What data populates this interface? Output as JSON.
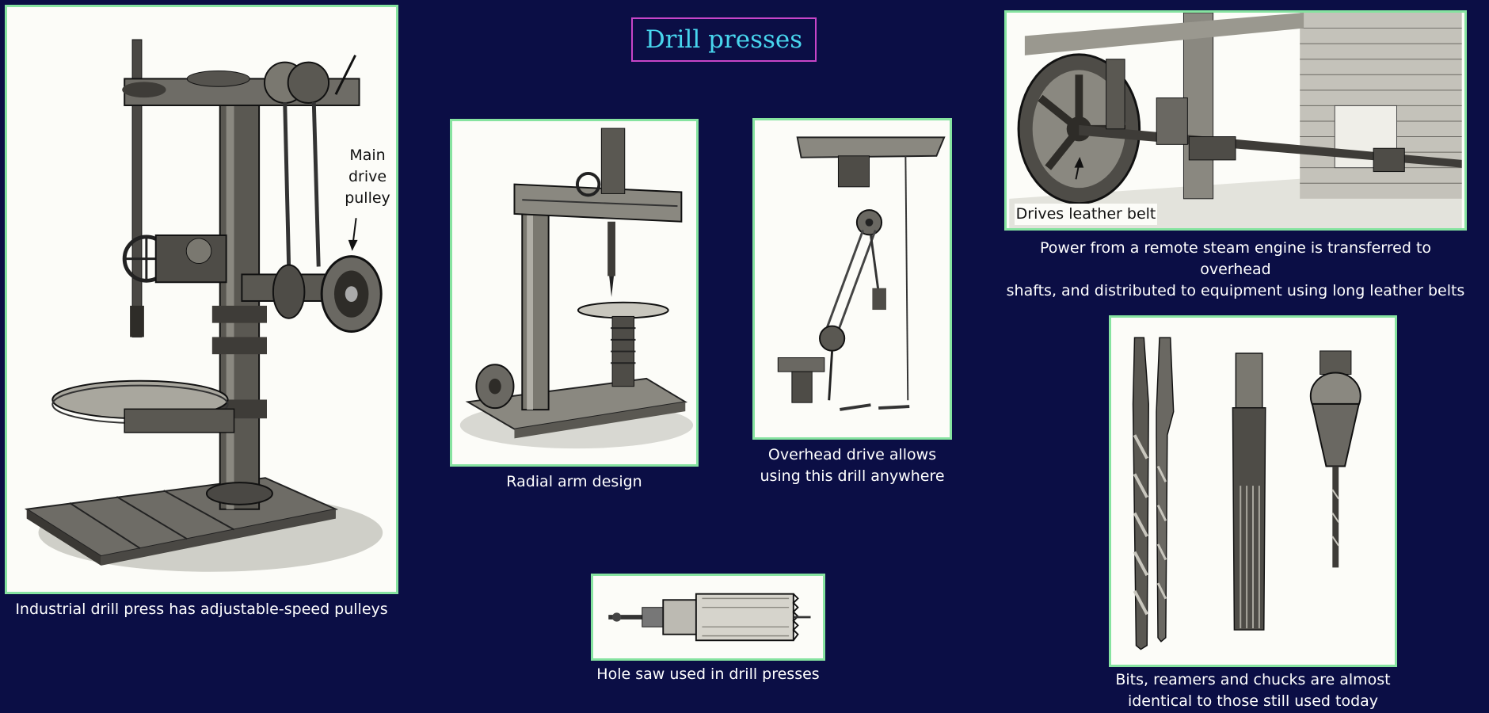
{
  "title": "Drill presses",
  "panels": {
    "industrial": {
      "caption": "Industrial drill press has adjustable-speed pulleys",
      "annotation_lines": [
        "Main",
        "drive",
        "pulley"
      ]
    },
    "radial": {
      "caption": "Radial arm design"
    },
    "overhead": {
      "caption_lines": [
        "Overhead drive allows",
        "using this drill anywhere"
      ]
    },
    "holesaw": {
      "caption": "Hole saw used in drill presses"
    },
    "lineshaft": {
      "annotation": "Drives leather belt",
      "caption_lines": [
        "Power from a remote steam engine is transferred to overhead",
        "shafts, and distributed to equipment using long leather belts"
      ]
    },
    "bits": {
      "caption_lines": [
        "Bits, reamers and chucks are almost",
        "identical to those still used today"
      ]
    }
  },
  "colors": {
    "background": "#0b0e45",
    "title_text": "#48d6ee",
    "title_border": "#c845c8",
    "panel_border": "#86e3a0",
    "caption_text": "#ffffff"
  }
}
